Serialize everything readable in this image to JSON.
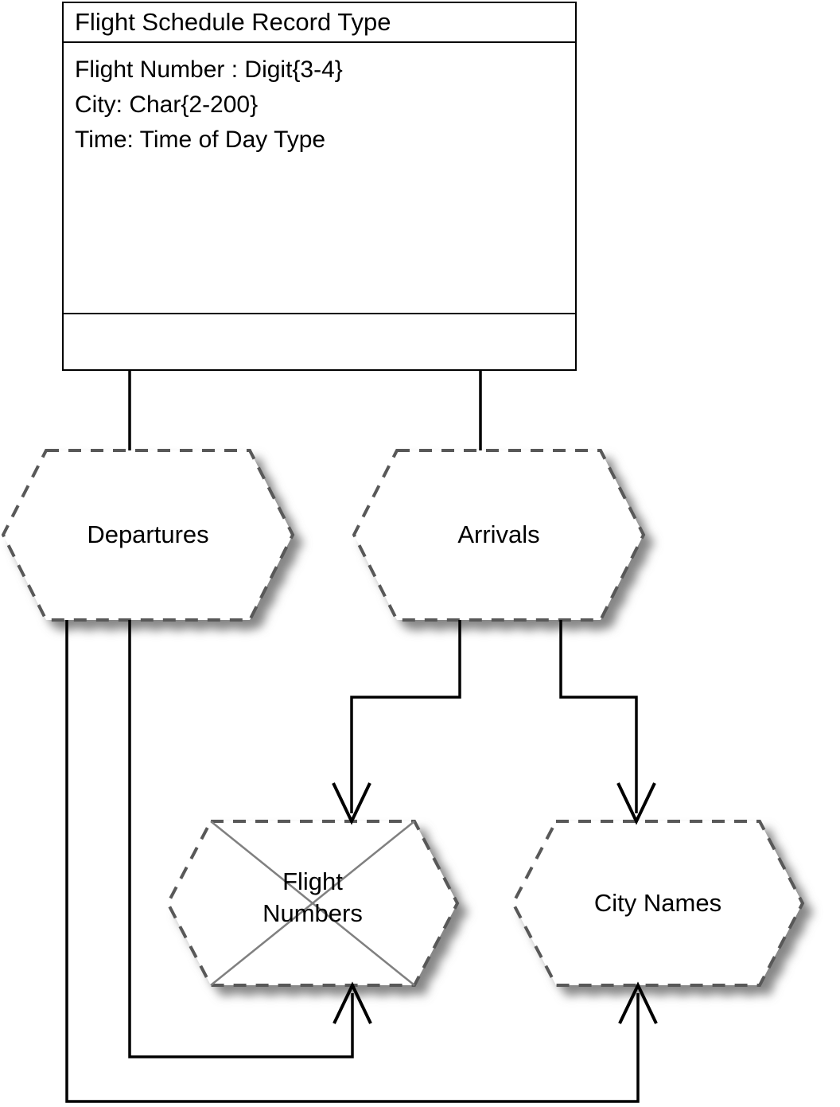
{
  "diagram": {
    "title": "Flight Schedule Record Type Decomposition Diagram",
    "background_color": "#ffffff",
    "line_color": "#000000",
    "hexagon_border_color": "#595959",
    "hexagon_fill_color": "#ffffff",
    "hexagon_shadow_color": "#808080",
    "cross_line_color": "#808080"
  },
  "record_type": {
    "name": "Flight Schedule Record Type",
    "attributes": [
      "Flight Number : Digit{3-4}",
      "City: Char{2-200}",
      "Time: Time of Day Type"
    ],
    "operations_compartment": {
      "label": "",
      "crossed_out": true
    }
  },
  "nodes": [
    {
      "id": "departures",
      "label": "Departures",
      "shape": "hexagon",
      "crossed_out": false
    },
    {
      "id": "arrivals",
      "label": "Arrivals",
      "shape": "hexagon",
      "crossed_out": false
    },
    {
      "id": "flight-numbers",
      "label": "Flight\nNumbers",
      "label_line1": "Flight",
      "label_line2": "Numbers",
      "shape": "hexagon",
      "crossed_out": true
    },
    {
      "id": "city-names",
      "label": "City Names",
      "shape": "hexagon",
      "crossed_out": false
    }
  ],
  "edges": [
    {
      "from": "record-type",
      "to": "departures",
      "arrow": false
    },
    {
      "from": "record-type",
      "to": "arrivals",
      "arrow": false
    },
    {
      "from": "arrivals",
      "to": "flight-numbers",
      "arrow": true
    },
    {
      "from": "arrivals",
      "to": "city-names",
      "arrow": true
    },
    {
      "from": "departures",
      "to": "flight-numbers",
      "arrow": true
    },
    {
      "from": "departures",
      "to": "city-names",
      "arrow": true
    }
  ]
}
